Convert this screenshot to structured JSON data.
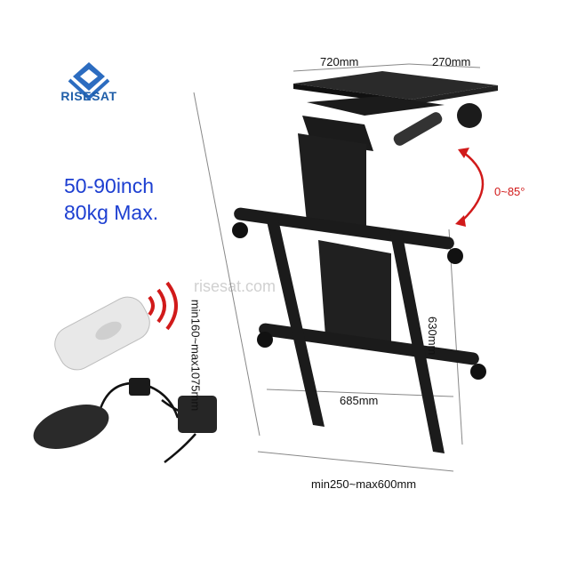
{
  "brand": {
    "name": "RISESAT"
  },
  "specs": {
    "screen_size": "50-90inch",
    "max_load": "80kg Max."
  },
  "dimensions": {
    "top_width": "720mm",
    "top_depth": "270mm",
    "height_range": "min160~max1075mm",
    "mount_height": "630mm",
    "mount_width": "685mm",
    "width_range": "min250~max600mm"
  },
  "tilt": {
    "angle_range": "0~85°"
  },
  "watermark": "risesat.com",
  "colors": {
    "brand_blue": "#1f5ea8",
    "spec_blue": "#1d3fd1",
    "arrow_red": "#d11a1a",
    "metal_black": "#1b1b1b"
  }
}
